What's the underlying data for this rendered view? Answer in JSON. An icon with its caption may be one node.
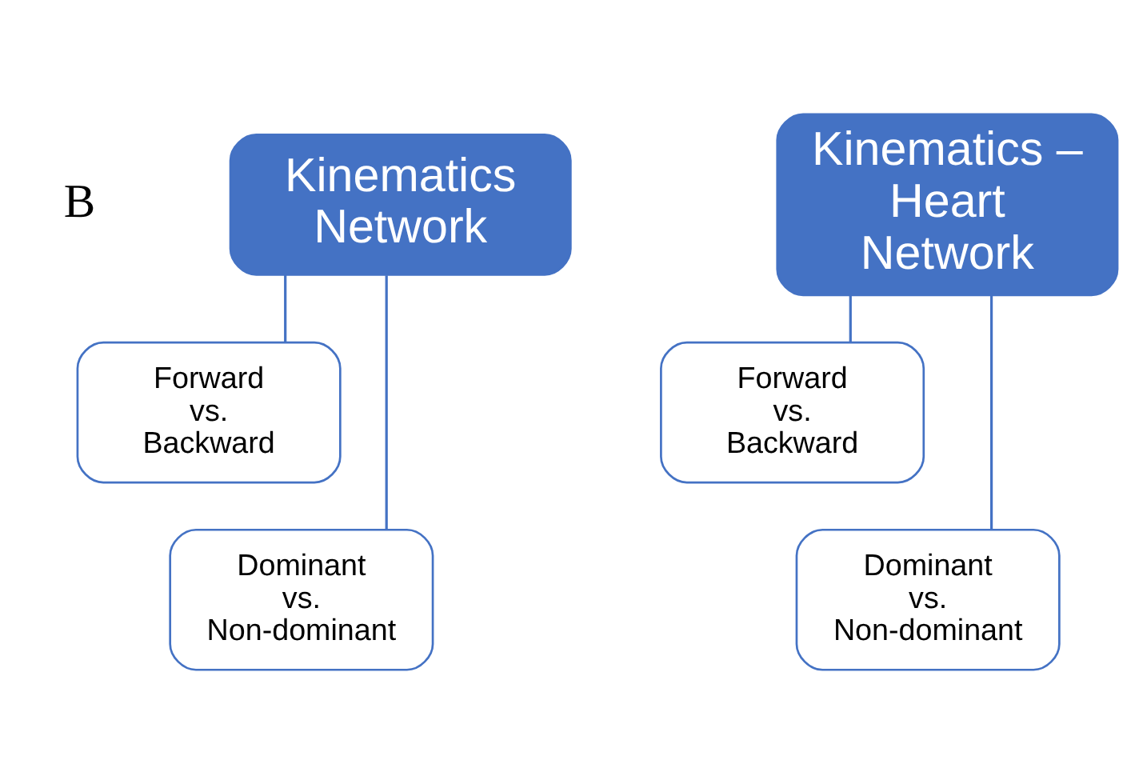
{
  "diagram": {
    "nodes": [
      {
        "text": [
          "Kinematics Network"
        ]
      },
      {
        "text": [
          "Forward vs. Backward"
        ]
      },
      {
        "text": [
          "Dominant vs. Non-dominant"
        ]
      },
      {
        "text": [
          "Kinematics – Heart Network"
        ]
      },
      {
        "text": [
          "Forward vs. Backward"
        ]
      },
      {
        "text": [
          "Dominant vs. Non-dominant"
        ]
      }
    ],
    "edges": [
      {
        "from": 0,
        "to": 1,
        "arrow": "none"
      },
      {
        "from": 0,
        "to": 2,
        "arrow": "none"
      },
      {
        "from": 3,
        "to": 4,
        "arrow": "none"
      },
      {
        "from": 3,
        "to": 5,
        "arrow": "none"
      }
    ],
    "labels": [
      "B"
    ]
  }
}
